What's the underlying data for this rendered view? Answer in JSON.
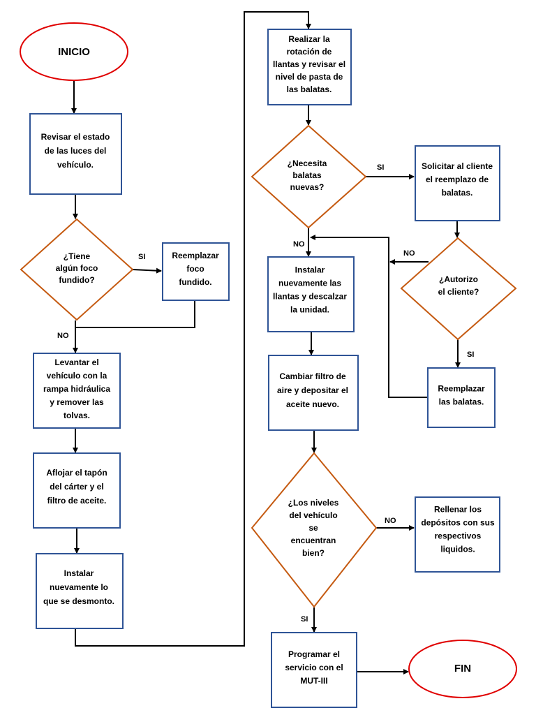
{
  "nodes": {
    "inicio": "INICIO",
    "revisar_luces": [
      "Revisar el estado",
      "de las luces del",
      "vehículo."
    ],
    "tiene_foco": [
      "¿Tiene",
      "algún foco",
      "fundido?"
    ],
    "reemplazar_foco": [
      "Reemplazar",
      "foco",
      "fundido."
    ],
    "levantar": [
      "Levantar el",
      "vehículo con la",
      "rampa hidráulica",
      "y remover las",
      "tolvas."
    ],
    "aflojar": [
      "Aflojar el tapón",
      "del cárter y el",
      "filtro de aceite."
    ],
    "instalar_lo": [
      "Instalar",
      "nuevamente lo",
      "que se desmonto."
    ],
    "rotacion": [
      "Realizar la",
      "rotación de",
      "llantas y revisar el",
      "nivel de pasta de",
      "las balatas."
    ],
    "necesita_balatas": [
      "¿Necesita",
      "balatas",
      "nuevas?"
    ],
    "solicitar": [
      "Solicitar al cliente",
      "el reemplazo de",
      "balatas."
    ],
    "autorizo": [
      "¿Autorizo",
      "el cliente?"
    ],
    "reemplazar_balatas": [
      "Reemplazar",
      "las balatas."
    ],
    "instalar_llantas": [
      "Instalar",
      "nuevamente las",
      "llantas y descalzar",
      "la unidad."
    ],
    "cambiar_filtro": [
      "Cambiar filtro de",
      "aire y depositar el",
      "aceite nuevo."
    ],
    "niveles": [
      "¿Los niveles",
      "del vehículo",
      "se",
      "encuentran",
      "bien?"
    ],
    "rellenar": [
      "Rellenar los",
      "depósitos con sus",
      "respectivos",
      "liquidos."
    ],
    "programar": [
      "Programar el",
      "servicio con el",
      "MUT-III"
    ],
    "fin": "FIN"
  },
  "edge_labels": {
    "foco_si": "SI",
    "foco_no": "NO",
    "balatas_si": "SI",
    "balatas_no": "NO",
    "autorizo_no": "NO",
    "autorizo_si": "SI",
    "niveles_no": "NO",
    "niveles_si": "SI"
  },
  "colors": {
    "process_border": "#2f5496",
    "decision_border": "#c55a11",
    "terminal_border": "#e00000",
    "connector": "#000000"
  }
}
